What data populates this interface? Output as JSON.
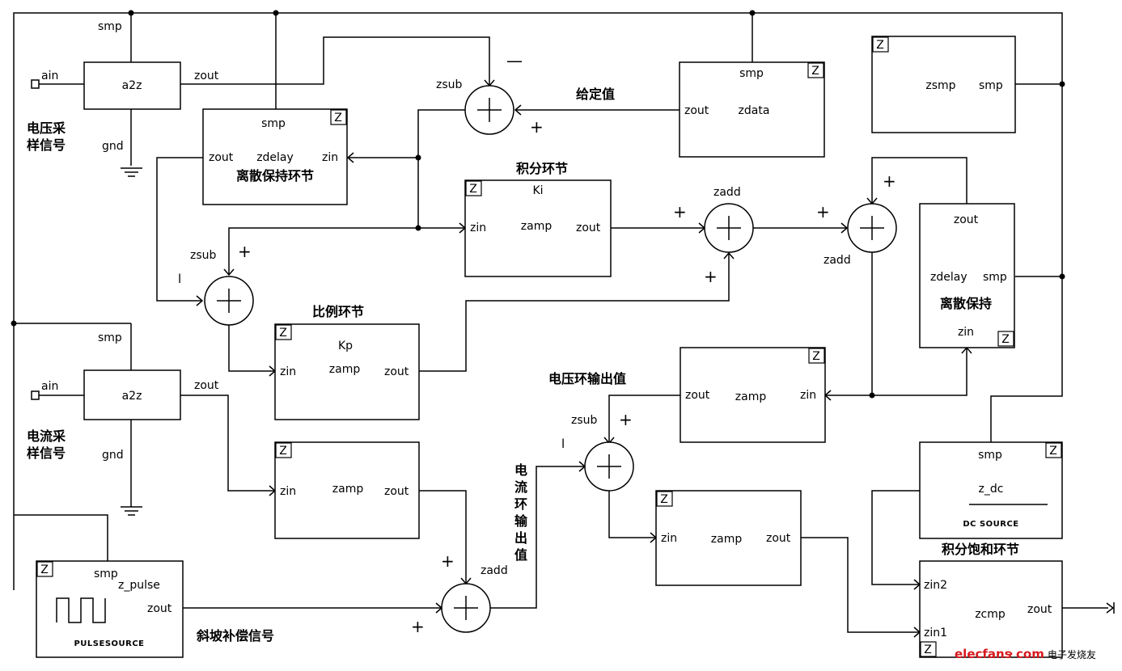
{
  "blocks": {
    "a2z_v": {
      "name": "a2z",
      "smp": "smp",
      "ain": "ain",
      "zout": "zout",
      "gnd": "gnd"
    },
    "a2z_i": {
      "name": "a2z",
      "smp": "smp",
      "ain": "ain",
      "zout": "zout",
      "gnd": "gnd"
    },
    "zdelay_top": {
      "smp": "smp",
      "zout": "zout",
      "name": "zdelay",
      "zin": "zin",
      "caption": "离散保持环节",
      "z": "Z"
    },
    "zdata": {
      "smp": "smp",
      "zout": "zout",
      "name": "zdata",
      "z": "Z"
    },
    "zsmp": {
      "name": "zsmp",
      "smp": "smp",
      "z": "Z"
    },
    "ki_amp": {
      "gain": "Ki",
      "zin": "zin",
      "name": "zamp",
      "zout": "zout",
      "z": "Z"
    },
    "kp_amp": {
      "gain": "Kp",
      "zin": "zin",
      "name": "zamp",
      "zout": "zout",
      "z": "Z"
    },
    "amp_i": {
      "zin": "zin",
      "name": "zamp",
      "zout": "zout",
      "z": "Z"
    },
    "amp_vout": {
      "zout": "zout",
      "name": "zamp",
      "zin": "zin",
      "z": "Z"
    },
    "amp_cur": {
      "zin": "zin",
      "name": "zamp",
      "zout": "zout",
      "z": "Z"
    },
    "zdelay_right": {
      "zout": "zout",
      "name": "zdelay",
      "smp": "smp",
      "caption": "离散保持",
      "zin": "zin",
      "z": "Z"
    },
    "zdc": {
      "smp": "smp",
      "name": "z_dc",
      "source": "DC SOURCE",
      "z": "Z"
    },
    "zcmp": {
      "zin2": "zin2",
      "name": "zcmp",
      "zout": "zout",
      "zin1": "zin1",
      "z": "Z"
    },
    "pulse": {
      "smp": "smp",
      "name": "z_pulse",
      "zout": "zout",
      "source": "PULSESOURCE",
      "z": "Z"
    }
  },
  "summers": {
    "zsub_top": {
      "name": "zsub",
      "minus": "—",
      "plus": "+"
    },
    "zsub_mid": {
      "name": "zsub",
      "plus": "+",
      "minus": "l"
    },
    "zadd_1": {
      "name": "zadd",
      "plus_in": "+",
      "plus_bottom": "+"
    },
    "zadd_2": {
      "name": "zadd",
      "plus_in": "+",
      "plus_top": "+"
    },
    "zsub_vout": {
      "name": "zsub",
      "plus": "+",
      "minus": "l"
    },
    "zadd_ramp": {
      "name": "zadd",
      "plus_top": "+",
      "plus_in": "+"
    }
  },
  "labels": {
    "voltage_sample": [
      "电压采",
      "样信号"
    ],
    "current_sample": [
      "电流采",
      "样信号"
    ],
    "setpoint": "给定值",
    "integral": "积分环节",
    "proportional": "比例环节",
    "voltage_loop_out": "电压环输出值",
    "current_loop_out": [
      "电",
      "流",
      "环",
      "输",
      "出",
      "值"
    ],
    "ramp": "斜坡补偿信号",
    "integral_sat": "积分饱和环节"
  },
  "watermark": {
    "brand": "elecfans",
    "dot": "·",
    "domain": "com",
    "cn": "电子发烧友",
    "brand_color": "#d8191f"
  }
}
